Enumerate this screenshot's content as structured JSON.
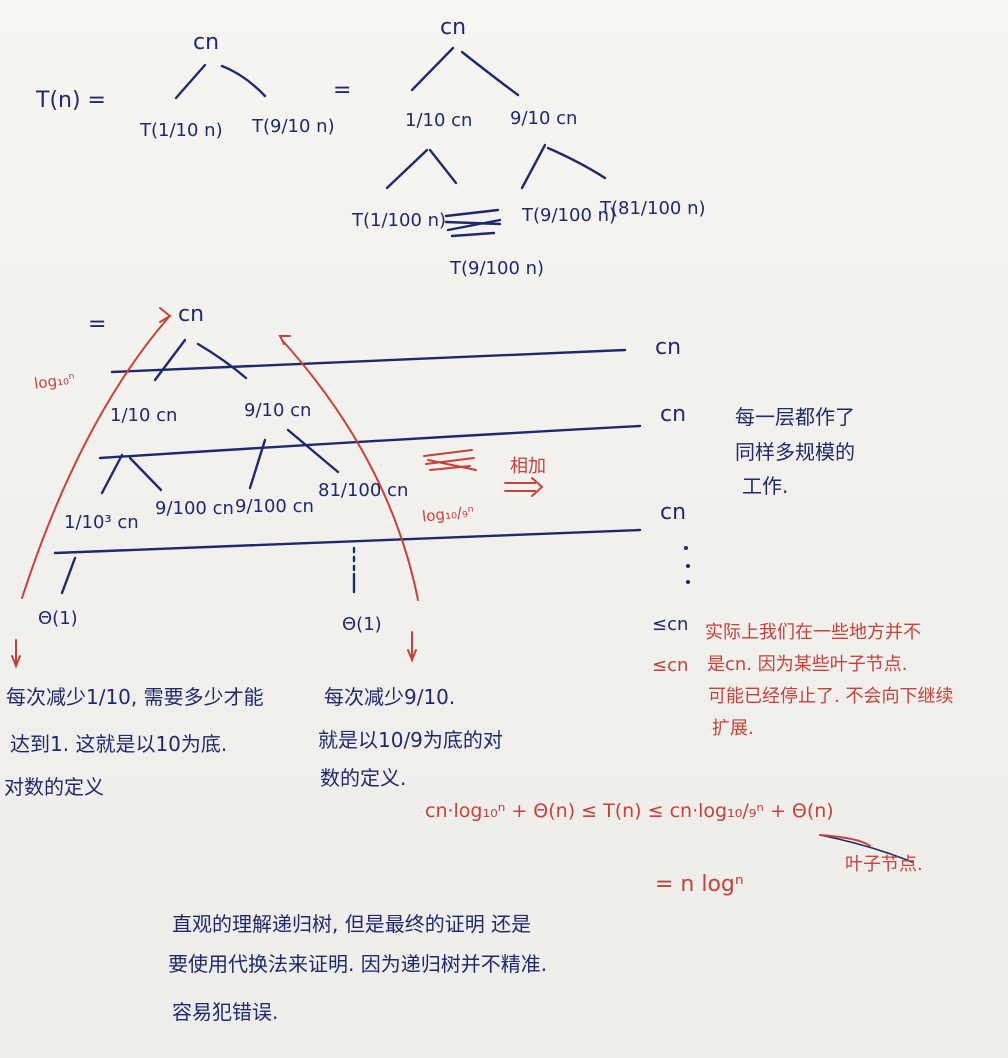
{
  "top": {
    "lhs": "T(n) =",
    "root1": "cn",
    "child1_left": "T(1/10 n)",
    "child1_right": "T(9/10 n)",
    "equals2": "=",
    "root2": "cn",
    "child2_left": "1/10 cn",
    "child2_right": "9/10 cn",
    "leaf_a": "T(1/100 n)",
    "leaf_b": "T(9/100 n)",
    "leaf_c": "T(9/100 n)",
    "leaf_d": "T(81/100 n)"
  },
  "tree": {
    "equals": "=",
    "root": "cn",
    "l1_left": "1/10 cn",
    "l1_right": "9/10 cn",
    "l2_a": "1/10³ cn",
    "l2_b": "9/100 cn",
    "l2_c": "9/100 cn",
    "l2_d": "81/100 cn",
    "leaf_left": "Θ(1)",
    "leaf_right": "Θ(1)",
    "level_costs": [
      "cn",
      "cn",
      "cn",
      "⋮",
      "≤cn",
      "≤cn"
    ],
    "log_left": "log₁₀ⁿ",
    "log_mid": "log₁₀/₉ⁿ",
    "add_label": "相加",
    "arrow": "⟹"
  },
  "notes": {
    "same_work": [
      "每一层都作了",
      "同样多规模的",
      "工作."
    ],
    "left_note": [
      "每次减少1/10, 需要多少才能",
      "达到1. 这就是以10为底.",
      "对数的定义"
    ],
    "mid_note": [
      "每次减少9/10.",
      "就是以10/9为底的对",
      "数的定义."
    ],
    "red_note": [
      "实际上我们在一些地方并不",
      "是cn. 因为某些叶子节点.",
      "可能已经停止了. 不会向下继续",
      "扩展."
    ],
    "formula": "cn·log₁₀ⁿ + Θ(n) ≤ T(n) ≤ cn·log₁₀/₉ⁿ + Θ(n)",
    "leaf_label": "叶子节点.",
    "result": "= n logⁿ",
    "bottom": [
      "直观的理解递归树, 但是最终的证明 还是",
      "要使用代换法来证明. 因为递归树并不精准.",
      "容易犯错误."
    ]
  },
  "colors": {
    "ink_blue": "#1f2a6e",
    "ink_red": "#c8413a",
    "paper": "#f3f2ee"
  }
}
